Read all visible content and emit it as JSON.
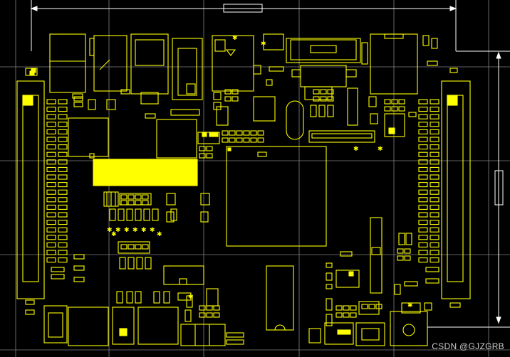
{
  "watermark": "CSDN @GJZGRB",
  "colors": {
    "background": "#000000",
    "silkscreen": "#ffff00",
    "gridlines": "#9a9a9a",
    "dimension": "#ffffff"
  },
  "icons": {
    "via_mark": "asterisk-glyph",
    "dimension_arrow": "arrow-head"
  }
}
